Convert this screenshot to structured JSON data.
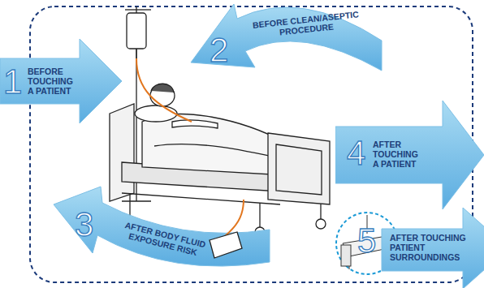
{
  "diagram": {
    "nodes": [
      {
        "text": [
          "1",
          "BEFORE TOUCHING A PATIENT"
        ]
      },
      {
        "text": [
          "2",
          "BEFORE CLEAN/ASEPTIC PROCEDURE"
        ]
      },
      {
        "text": [
          "3",
          "AFTER BODY FLUID EXPOSURE RISK"
        ]
      },
      {
        "text": [
          "4",
          "AFTER TOUCHING A PATIENT"
        ]
      },
      {
        "text": [
          "5",
          "AFTER TOUCHING PATIENT SURROUNDINGS"
        ]
      }
    ]
  }
}
